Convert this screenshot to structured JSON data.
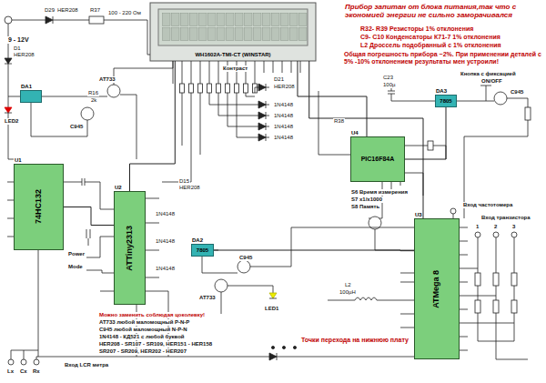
{
  "diagram": {
    "title": "Прибор запитан от блока питания,так что с экономией энергии не сильно заморачивался",
    "nodes": [
      {
        "text": [
          "WH1602A-TMI-CT (WINSTAR)"
        ]
      },
      {
        "text": [
          "DA1"
        ]
      },
      {
        "text": [
          "DA3",
          "7805"
        ]
      },
      {
        "text": [
          "U4",
          "PIC16F84A"
        ]
      },
      {
        "text": [
          "U1",
          "74HC132"
        ]
      },
      {
        "text": [
          "U2",
          "ATTiny2313"
        ]
      },
      {
        "text": [
          "DA2",
          "7805"
        ]
      },
      {
        "text": [
          "U3",
          "ATMega 8"
        ]
      }
    ],
    "edges": [
      {
        "from": 5,
        "to": 0,
        "arrow": "none"
      },
      {
        "from": 3,
        "to": 0,
        "arrow": "none"
      },
      {
        "from": 7,
        "to": 0,
        "arrow": "none"
      },
      {
        "from": 4,
        "to": 5,
        "arrow": "none"
      },
      {
        "from": 6,
        "to": 7,
        "arrow": "none"
      },
      {
        "from": 2,
        "to": 3,
        "arrow": "none"
      }
    ],
    "labels": [
      "R32- R39 Резисторы 1% отклонения",
      "C9- C10 Конденсаторы К71-7 1% отклонения",
      "L2 Дроссель подобранный с 1% отклонения",
      "Общая погрешность прибора ~2%. При применении деталей с 5% -10% отклонением результаты мен устроили!",
      "Кнопка с фиксацией",
      "ON/OFF",
      "S6 Время измерения",
      "S7 x1/x1000",
      "S8 Память",
      "Вход частотомера",
      "Вход транзистора",
      "9 - 12V",
      "LED2",
      "LED1",
      "Power",
      "Mode",
      "Контраст",
      "D29",
      "HER208",
      "R37",
      "100 - 220 Ом",
      "D1",
      "HER208",
      "AT733",
      "C945",
      "R16",
      "2k",
      "D15",
      "HER208",
      "D21",
      "HER208",
      "1N4148",
      "1N4148",
      "1N4148",
      "1N4148",
      "1N4148",
      "1N4148",
      "1N4148",
      "C945",
      "AT733",
      "L2",
      "100µH",
      "Можно заменить соблюдая цоколевку!",
      "AT733 любой маломощный P-N-P",
      "C945 любой маломощный N-P-N",
      "1N4148 - КД521 с любой буквой",
      "HER208 - SR107 - SR109, HER151 - HER158",
      "SR207 - SR209, HER202 - HER207",
      "Точки перехода на нижнюю плату",
      "Вход LCR метра",
      "Lx",
      "Cx",
      "Rx",
      "1",
      "2",
      "3",
      "C945",
      "C23",
      "100µ",
      "R38"
    ]
  }
}
